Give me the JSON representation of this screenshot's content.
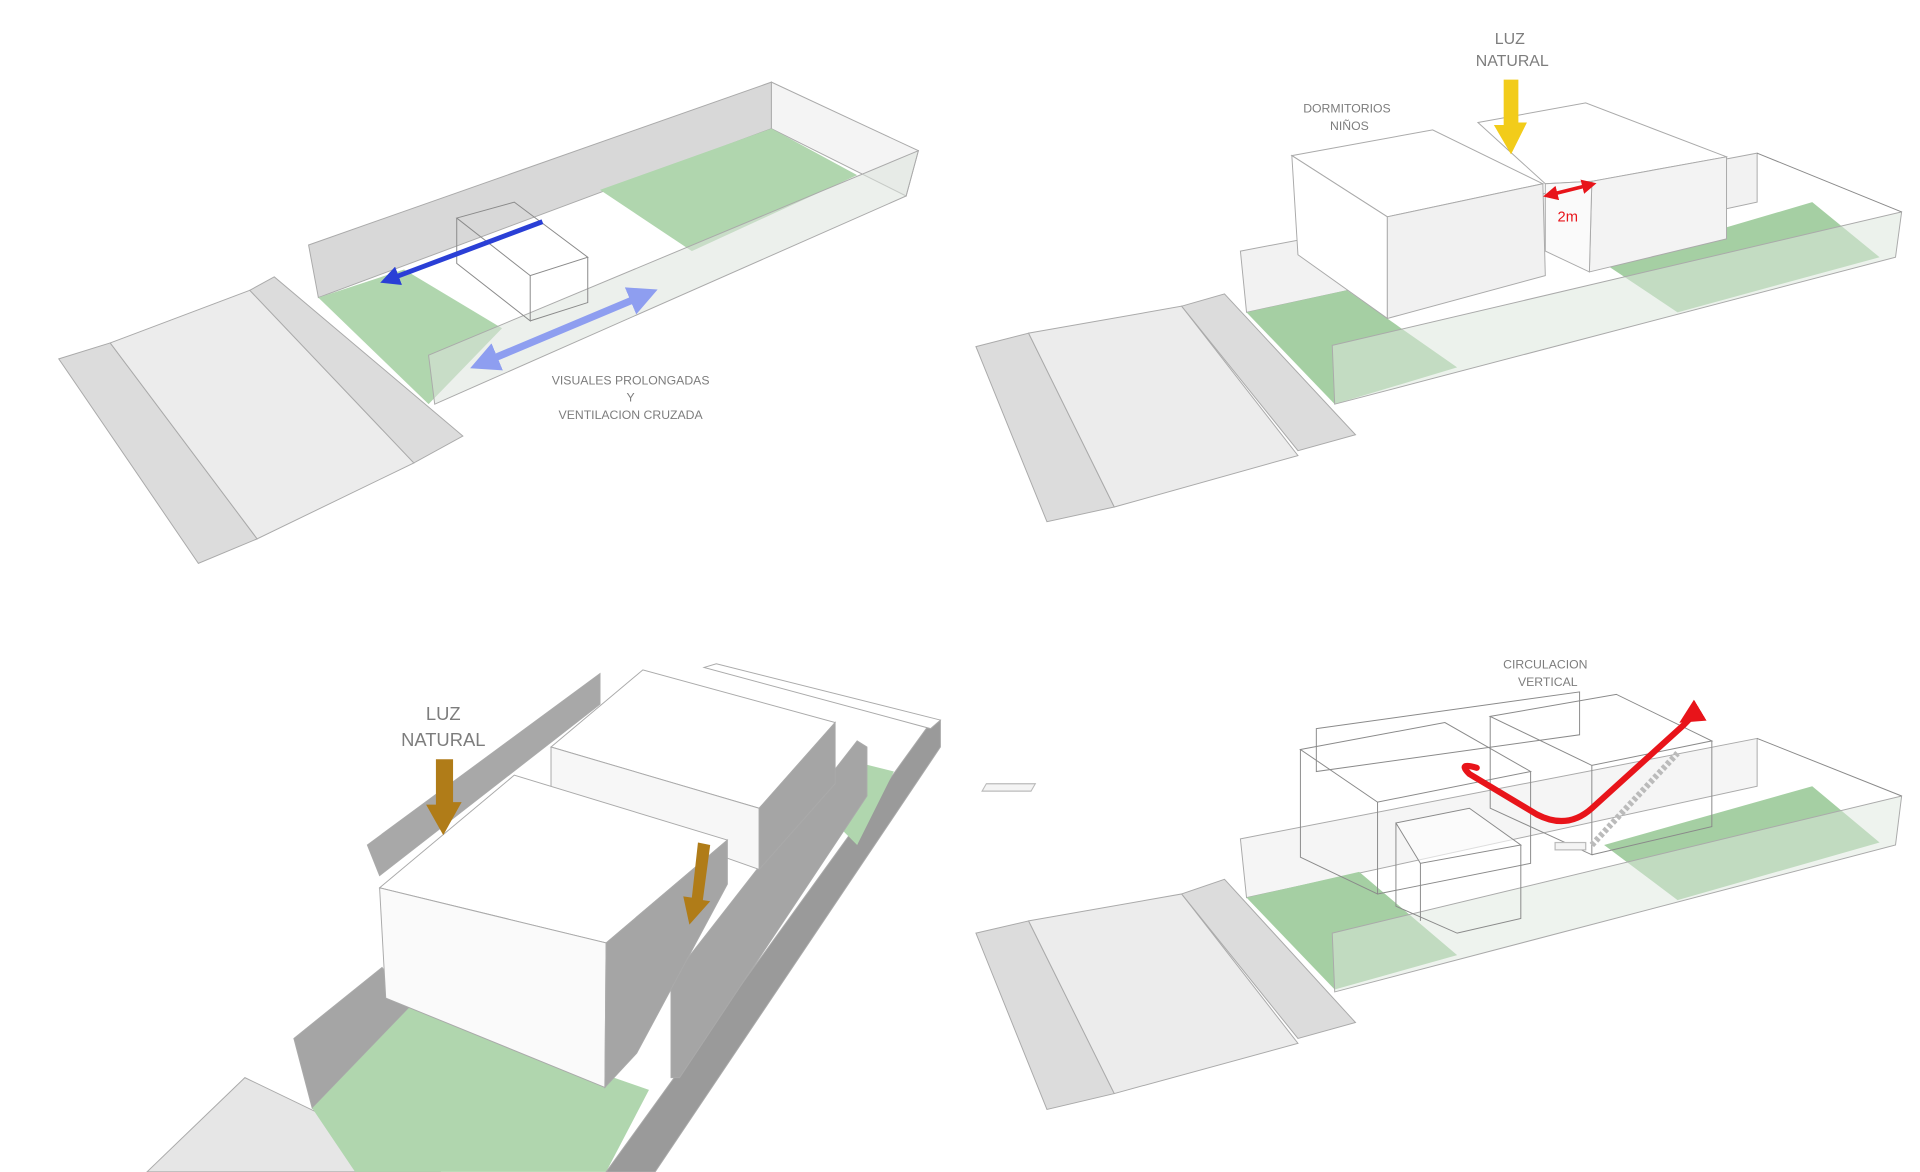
{
  "panels": [
    {
      "name": "cross-ventilation",
      "label_line1": "VISUALES PROLONGADAS",
      "label_line2": "Y",
      "label_line3": "VENTILACION CRUZADA"
    },
    {
      "name": "children-bedrooms",
      "light_line1": "LUZ",
      "light_line2": "NATURAL",
      "bedrooms_line1": "DORMITORIOS",
      "bedrooms_line2": "NIÑOS",
      "gap_label": "2m"
    },
    {
      "name": "natural-light",
      "light_line1": "LUZ",
      "light_line2": "NATURAL"
    },
    {
      "name": "vertical-circulation",
      "label_line1": "CIRCULACION",
      "label_line2": "VERTICAL"
    }
  ],
  "colors": {
    "green": "#b0d6ae",
    "street": "#ececec",
    "sidewalk": "#dcdcdc",
    "wall": "#a8a8a8",
    "arrow_blue": "#2a3fd6",
    "arrow_lightblue": "#8e9ef0",
    "arrow_yellow": "#f2cc1a",
    "arrow_brown": "#b07c18",
    "red": "#e8141a"
  }
}
